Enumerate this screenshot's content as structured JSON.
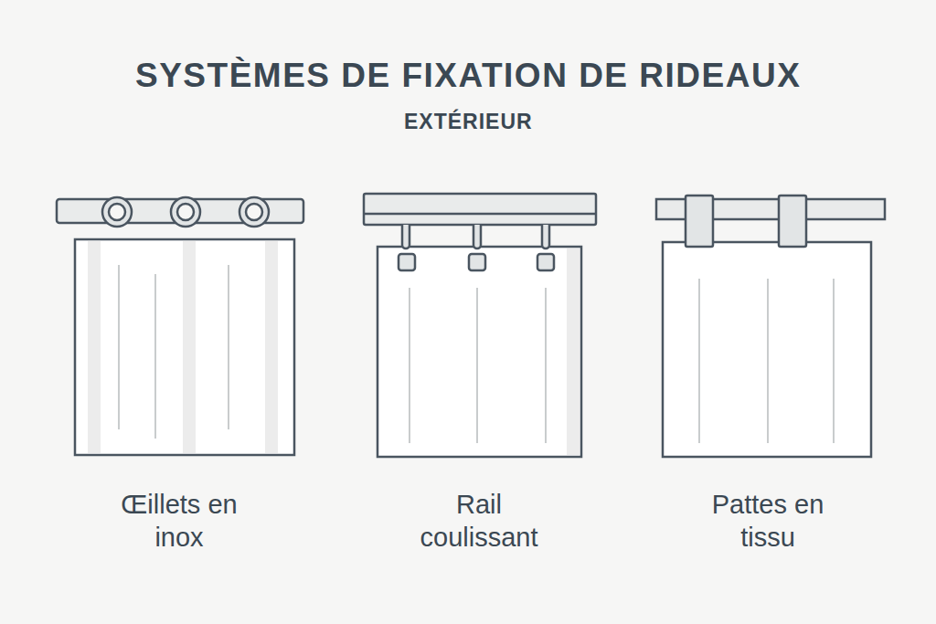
{
  "diagram": {
    "title": "SYSTÈMES DE FIXATION DE RIDEAUX",
    "labels": [
      "EXTÉRIEUR",
      "Œillets en inox",
      "Rail coulissant",
      "Pattes en tissu"
    ]
  }
}
